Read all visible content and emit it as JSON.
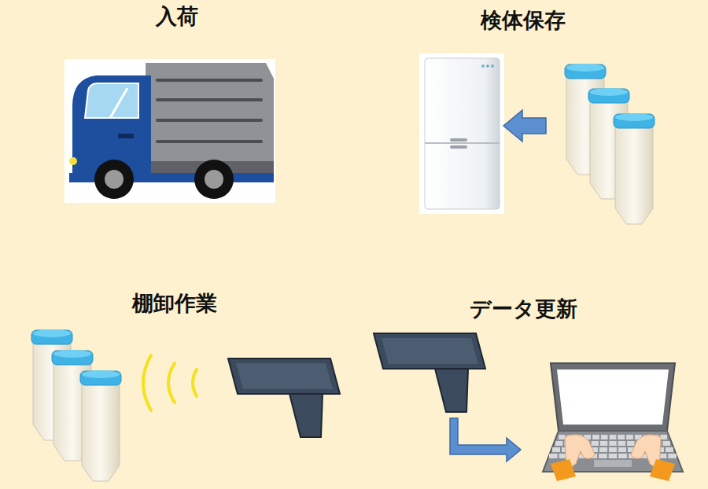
{
  "diagram": {
    "labels": [
      "入荷",
      "検体保存",
      "棚卸作業",
      "データ更新"
    ]
  }
}
